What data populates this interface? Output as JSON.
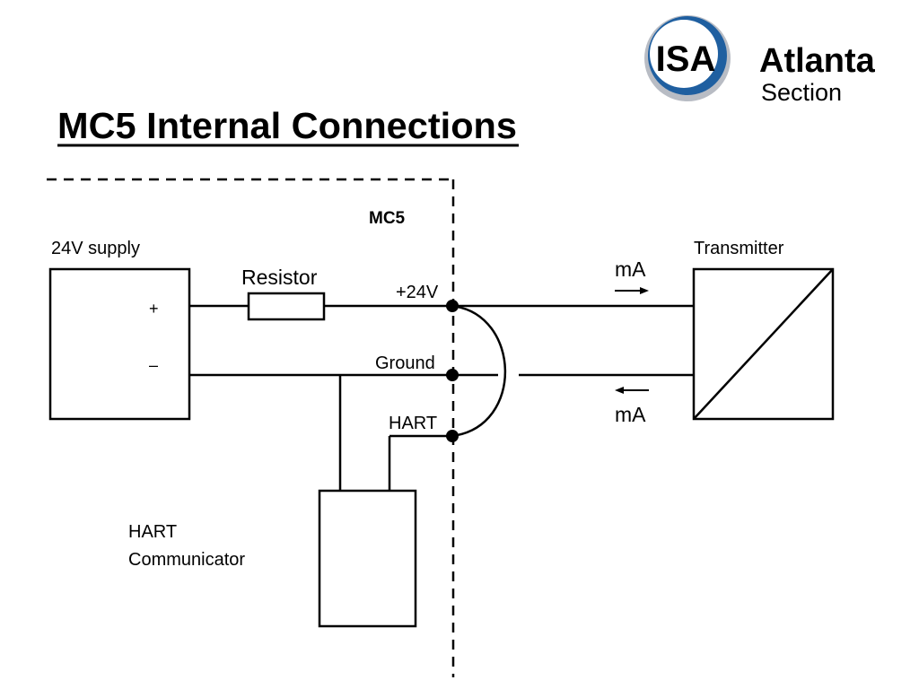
{
  "slide": {
    "title": "MC5 Internal Connections"
  },
  "logo": {
    "badge_text": "ISA",
    "line1": "Atlanta",
    "line2": "Section",
    "colors": {
      "blue": "#1f5fa0",
      "grey": "#b8bcc4",
      "text": "#222222"
    }
  },
  "diagram": {
    "mc5_label": "MC5",
    "supply_label": "24V supply",
    "plus_label": "+",
    "minus_label": "–",
    "resistor_label": "Resistor",
    "terminal_24v": "+24V",
    "terminal_ground": "Ground",
    "terminal_hart": "HART",
    "transmitter_label": "Transmitter",
    "current_label_top": "mA",
    "current_label_bottom": "mA",
    "hart_communicator_line1": "HART",
    "hart_communicator_line2": "Communicator"
  }
}
